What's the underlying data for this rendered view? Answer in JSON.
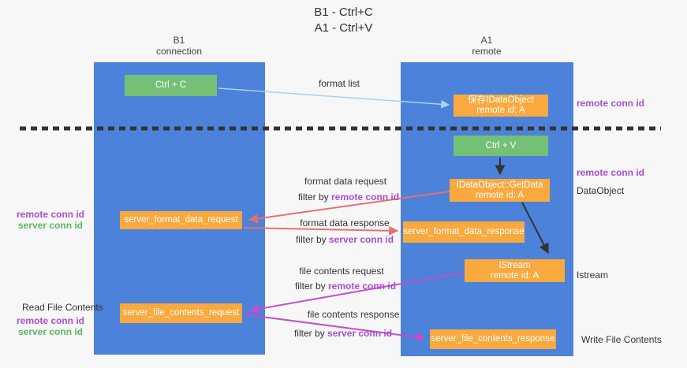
{
  "title": {
    "line1": "B1 - Ctrl+C",
    "line2": "A1 - Ctrl+V"
  },
  "lanes": {
    "left": {
      "title": "B1",
      "subtitle": "connection"
    },
    "right": {
      "title": "A1",
      "subtitle": "remote"
    }
  },
  "boxes": {
    "ctrl_c": {
      "label": "Ctrl + C"
    },
    "save_dataobject": {
      "line1": "保存IDataObject",
      "line2": "remote id: A"
    },
    "ctrl_v": {
      "label": "Ctrl + V"
    },
    "getdata": {
      "line1": "IDataObject::GetData",
      "line2": "remote id: A"
    },
    "format_request": {
      "label": "server_format_data_request"
    },
    "format_response": {
      "label": "server_format_data_response"
    },
    "istream": {
      "line1": "IStream",
      "line2": "remote id: A"
    },
    "file_request": {
      "label": "server_file_contents_request"
    },
    "file_response": {
      "label": "server_file_contents_response"
    }
  },
  "arrow_labels": {
    "format_list": "format list",
    "format_data_request": "format data request",
    "format_data_response": "format data response",
    "file_contents_request": "file contents request",
    "file_contents_response": "file contents response",
    "filter_prefix": "filter by",
    "remote_conn_id": "remote conn id",
    "server_conn_id": "server conn id"
  },
  "side_labels": {
    "right_conn_top": "remote conn id",
    "right_conn_mid": "remote conn id",
    "dataobject": "DataObject",
    "istream": "Istream",
    "write_file_contents": "Write File Contents",
    "left_remote_conn_mid": "remote conn id",
    "left_server_conn_mid": "server conn id",
    "read_file_contents": "Read File Contents",
    "left_remote_conn_bottom": "remote conn id",
    "left_server_conn_bottom": "server conn id"
  },
  "colors": {
    "lane_blue": "#4c82d9",
    "box_green": "#74c077",
    "box_orange": "#f9a93e",
    "arrow_light_blue": "#a9d3ef",
    "arrow_red": "#e87070",
    "arrow_magenta": "#c44fc8",
    "text_purple": "#a94ed2",
    "text_green": "#57b75f",
    "separator_black": "#333333"
  }
}
